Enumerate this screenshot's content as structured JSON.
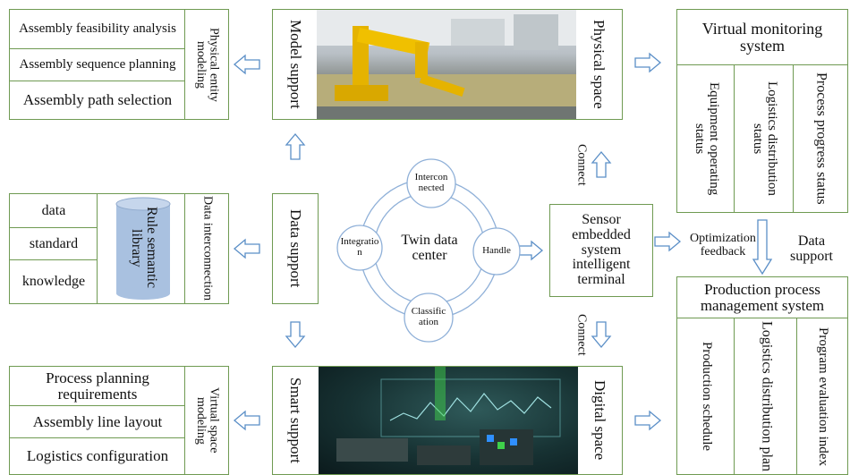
{
  "left_top": {
    "rows": [
      "Assembly feasibility analysis",
      "Assembly sequence planning",
      "Assembly path selection"
    ],
    "side": "Physical entity modeling"
  },
  "left_mid": {
    "rows": [
      "data",
      "standard",
      "knowledge"
    ],
    "library": "Rule semantic library",
    "side": "Data interconnection"
  },
  "left_bot": {
    "rows": [
      "Process planning requirements",
      "Assembly line layout",
      "Logistics configuration"
    ],
    "side": "Virtual space modeling"
  },
  "model_support": {
    "label": "Model support",
    "space": "Physical space"
  },
  "data_support": {
    "label": "Data support"
  },
  "smart_support": {
    "label": "Smart support",
    "space": "Digital space"
  },
  "hub": {
    "center": "Twin data center",
    "top": "Interconnected",
    "right": "Handle",
    "bottom": "Classification",
    "left": "Integration"
  },
  "sensor": {
    "label": "Sensor embedded system intelligent terminal"
  },
  "connect_top": "Connect",
  "connect_bottom": "Connect",
  "virtual_monitoring": {
    "title": "Virtual monitoring system",
    "cols": [
      "Equipment operating status",
      "Logistics distribution status",
      "Process progress status"
    ]
  },
  "optimization_feedback": "Optimization feedback",
  "data_support_right": "Data support",
  "production_mgmt": {
    "title": "Production process management system",
    "cols": [
      "Production schedule",
      "Logistics distribution plan",
      "Program evaluation index"
    ]
  },
  "colors": {
    "border": "#6f9a52",
    "arrow": "#5b8fc7",
    "library": "#a9c1e0",
    "circle": "#8fb0d8"
  }
}
